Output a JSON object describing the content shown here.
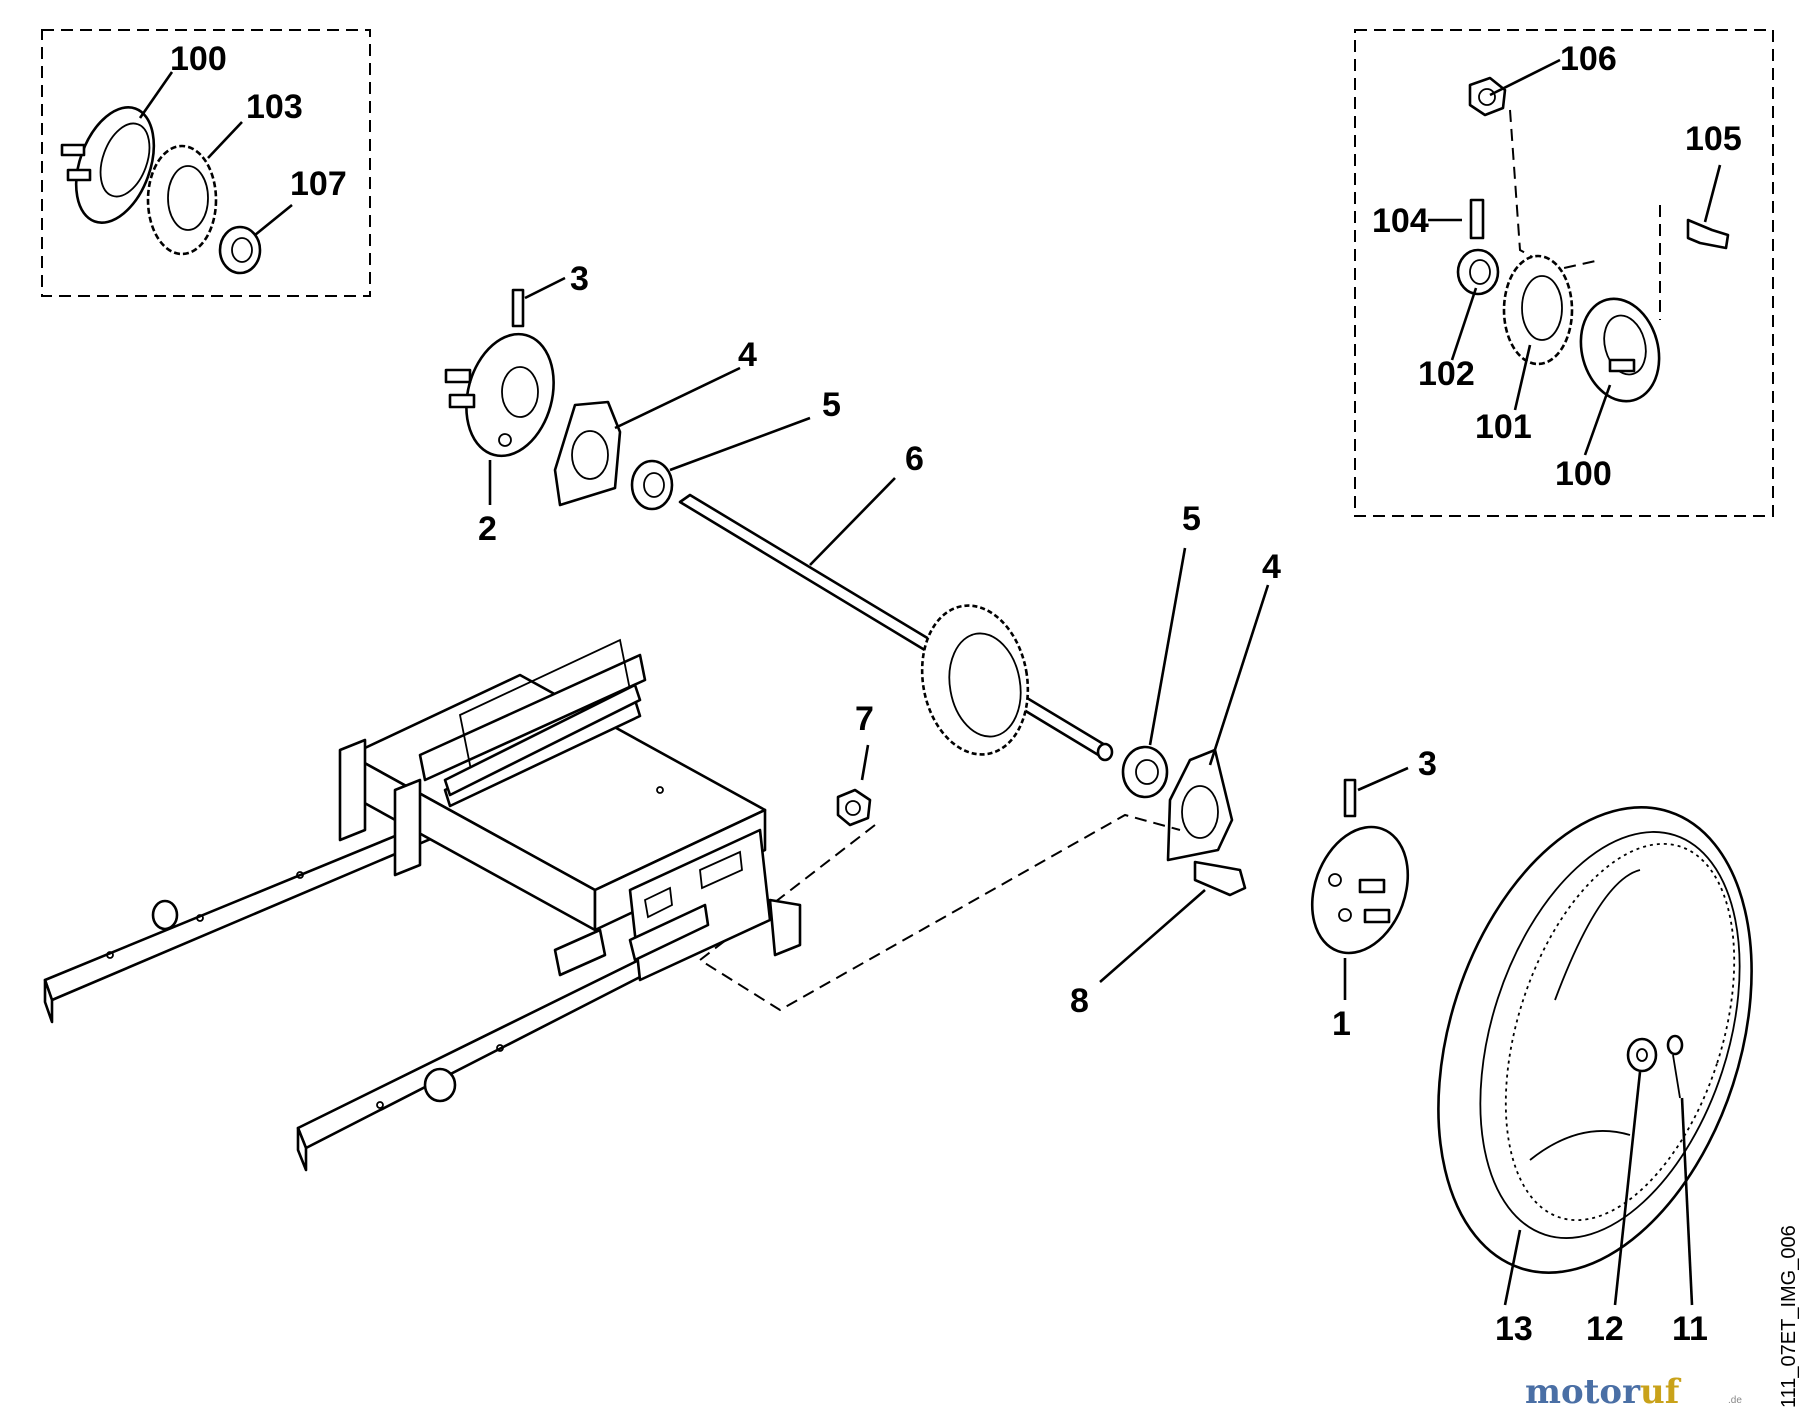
{
  "diagram": {
    "callouts": {
      "p1": "1",
      "p2": "2",
      "p3a": "3",
      "p3b": "3",
      "p4a": "4",
      "p4b": "4",
      "p5a": "5",
      "p5b": "5",
      "p6": "6",
      "p7": "7",
      "p8": "8",
      "p11": "11",
      "p12": "12",
      "p13": "13",
      "p100a": "100",
      "p100b": "100",
      "p101": "101",
      "p102": "102",
      "p103": "103",
      "p104": "104",
      "p105": "105",
      "p106": "106",
      "p107": "107"
    },
    "drawing_id": "111_07ET_IMG_006",
    "watermark": {
      "part_a": "motor",
      "part_b": "uf",
      "suffix": ".de"
    }
  }
}
